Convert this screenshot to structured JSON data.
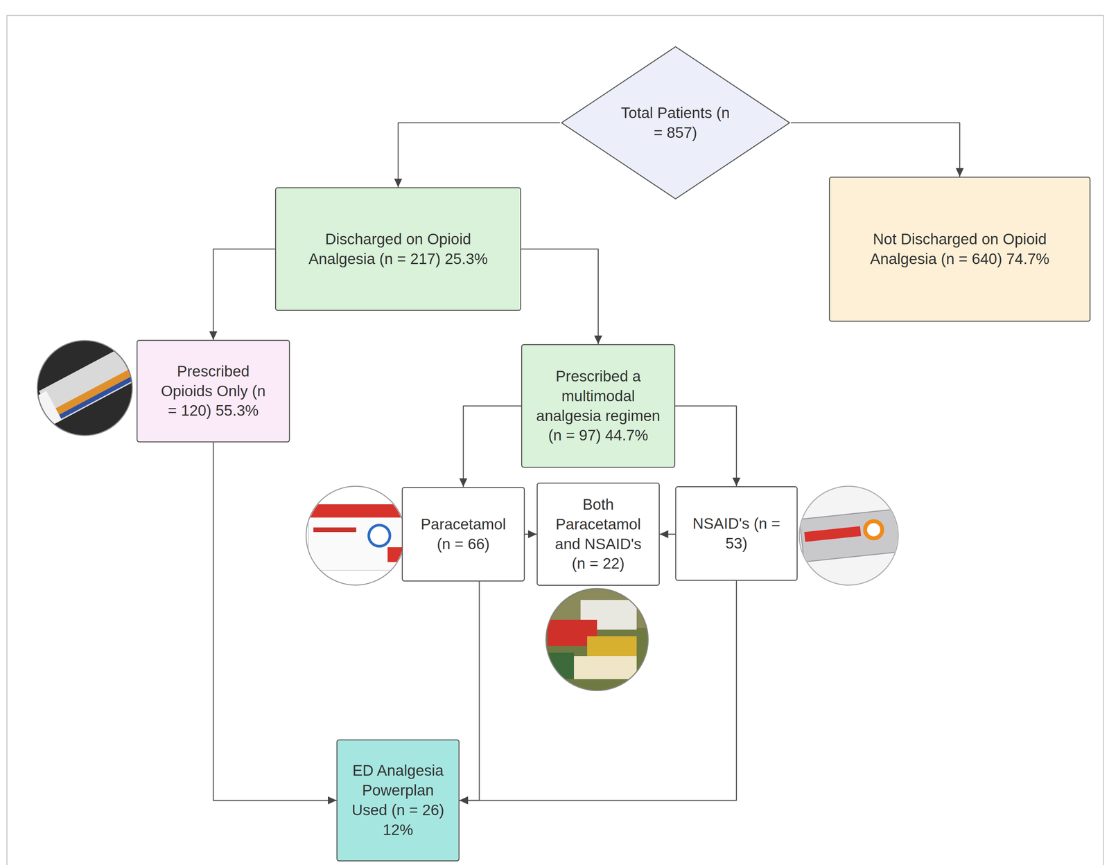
{
  "diagram": {
    "nodes": [
      {
        "text": [
          "Total Patients (n = 857)"
        ]
      },
      {
        "text": [
          "Discharged on Opioid Analgesia (n = 217) 25.3%"
        ]
      },
      {
        "text": [
          "Not Discharged on Opioid Analgesia (n = 640) 74.7%"
        ]
      },
      {
        "text": [
          "Prescribed Opioids Only (n = 120) 55.3%"
        ]
      },
      {
        "text": [
          "Prescribed a multimodal analgesia regimen (n = 97) 44.7%"
        ]
      },
      {
        "text": [
          "Paracetamol (n = 66)"
        ]
      },
      {
        "text": [
          "Both Paracetamol and NSAID's (n = 22)"
        ]
      },
      {
        "text": [
          "NSAID's (n = 53)"
        ]
      },
      {
        "text": [
          "ED Analgesia Powerplan Used (n = 26) 12%"
        ]
      }
    ],
    "edges": [
      {
        "from": 0,
        "to": 1,
        "arrow": "to"
      },
      {
        "from": 0,
        "to": 2,
        "arrow": "to"
      },
      {
        "from": 1,
        "to": 3,
        "arrow": "to"
      },
      {
        "from": 1,
        "to": 4,
        "arrow": "to"
      },
      {
        "from": 4,
        "to": 5,
        "arrow": "to"
      },
      {
        "from": 4,
        "to": 7,
        "arrow": "to"
      },
      {
        "from": 5,
        "to": 6,
        "arrow": "to"
      },
      {
        "from": 7,
        "to": 6,
        "arrow": "to"
      },
      {
        "from": 3,
        "to": 8,
        "arrow": "to"
      },
      {
        "from": 5,
        "to": 8,
        "arrow": "to"
      },
      {
        "from": 7,
        "to": 8,
        "arrow": "to"
      }
    ]
  }
}
